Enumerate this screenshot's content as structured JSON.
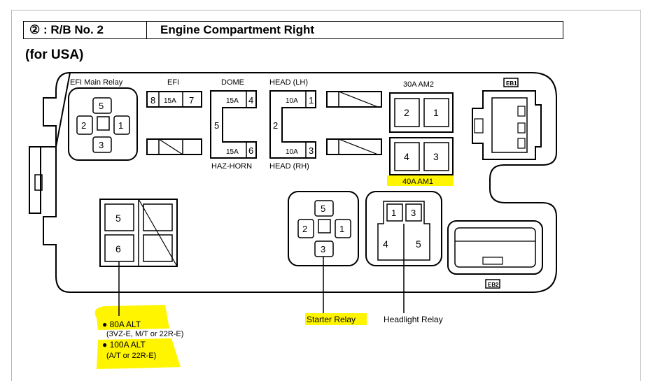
{
  "header": {
    "section": "② : R/B  No. 2",
    "title": "Engine Compartment Right"
  },
  "subtitle": "(for USA)",
  "labels": {
    "efi_main_relay": "EFI Main Relay",
    "efi": "EFI",
    "dome": "DOME",
    "head_lh": "HEAD (LH)",
    "am2": "30A  AM2",
    "eb1": "EB1",
    "haz_horn": "HAZ-HORN",
    "head_rh": "HEAD (RH)",
    "am1": "40A  AM1",
    "eb2": "EB2",
    "starter_relay": "Starter Relay",
    "headlight_relay": "Headlight Relay"
  },
  "fuses": {
    "efi": {
      "left": "8",
      "amp": "15A",
      "right": "7"
    },
    "dome": {
      "amp": "15A",
      "pin": "4"
    },
    "haz": {
      "amp": "15A",
      "pin": "6"
    },
    "pin5": "5",
    "pin2": "2",
    "head_lh": {
      "amp": "10A",
      "pin": "1"
    },
    "head_rh": {
      "amp": "10A",
      "pin": "3"
    },
    "am2": {
      "a": "2",
      "b": "1"
    },
    "am1": {
      "a": "4",
      "b": "3"
    },
    "alt": {
      "a": "5",
      "b": "6"
    }
  },
  "relays": {
    "efi_main": {
      "top": "5",
      "left": "2",
      "right": "1",
      "bottom": "3"
    },
    "starter": {
      "top": "5",
      "left": "2",
      "right": "1",
      "bottom": "3"
    },
    "headlight": {
      "a": "1",
      "b": "3",
      "c": "4",
      "d": "5"
    }
  },
  "notes": {
    "alt80": "● 80A  ALT",
    "alt80_cond": "(3VZ-E,  M/T  or  22R-E)",
    "alt100": "● 100A  ALT",
    "alt100_cond": "(A/T  or  22R-E)"
  },
  "colors": {
    "highlight": "#fff500"
  }
}
